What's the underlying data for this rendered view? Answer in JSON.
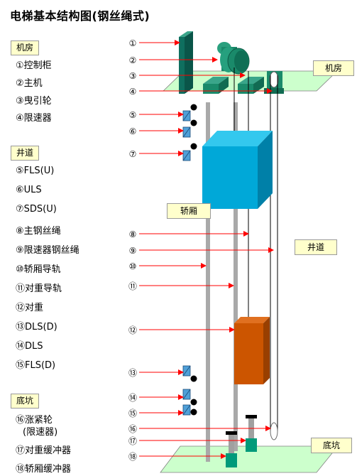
{
  "title": "电梯基本结构图(钢丝绳式)",
  "sections": {
    "machine_room": "机房",
    "hoistway": "井道",
    "pit": "底坑"
  },
  "legend": {
    "machine_room": [
      "①控制柜",
      "②主机",
      "③曳引轮",
      "④限速器"
    ],
    "hoistway": [
      "⑤FLS(U)",
      "⑥ULS",
      "⑦SDS(U)",
      "⑧主钢丝绳",
      "⑨限速器钢丝绳",
      "⑩轿厢导轨",
      "⑪对重导轨",
      "⑫对重",
      "⑬DLS(D)",
      "⑭DLS",
      "⑮FLS(D)"
    ],
    "pit": [
      "⑯涨紧轮",
      "(限速器)",
      "⑰对重缓冲器",
      "⑱轿厢缓冲器"
    ]
  },
  "callouts": [
    "①",
    "②",
    "③",
    "④",
    "⑤",
    "⑥",
    "⑦",
    "⑧",
    "⑨",
    "⑩",
    "⑪",
    "⑫",
    "⑬",
    "⑭",
    "⑮",
    "⑯",
    "⑰",
    "⑱"
  ],
  "tags": {
    "machine_room": "机房",
    "car": "轿厢",
    "hoistway": "井道",
    "pit": "底坑"
  },
  "colors": {
    "floor": "#ccffcc",
    "car": "#00a8d8",
    "counterweight": "#cc5500",
    "machine": "#1a8a6a",
    "control_cabinet": "#0f6f5f",
    "arrow": "#ff0000",
    "label_bg": "#ffffcc"
  }
}
